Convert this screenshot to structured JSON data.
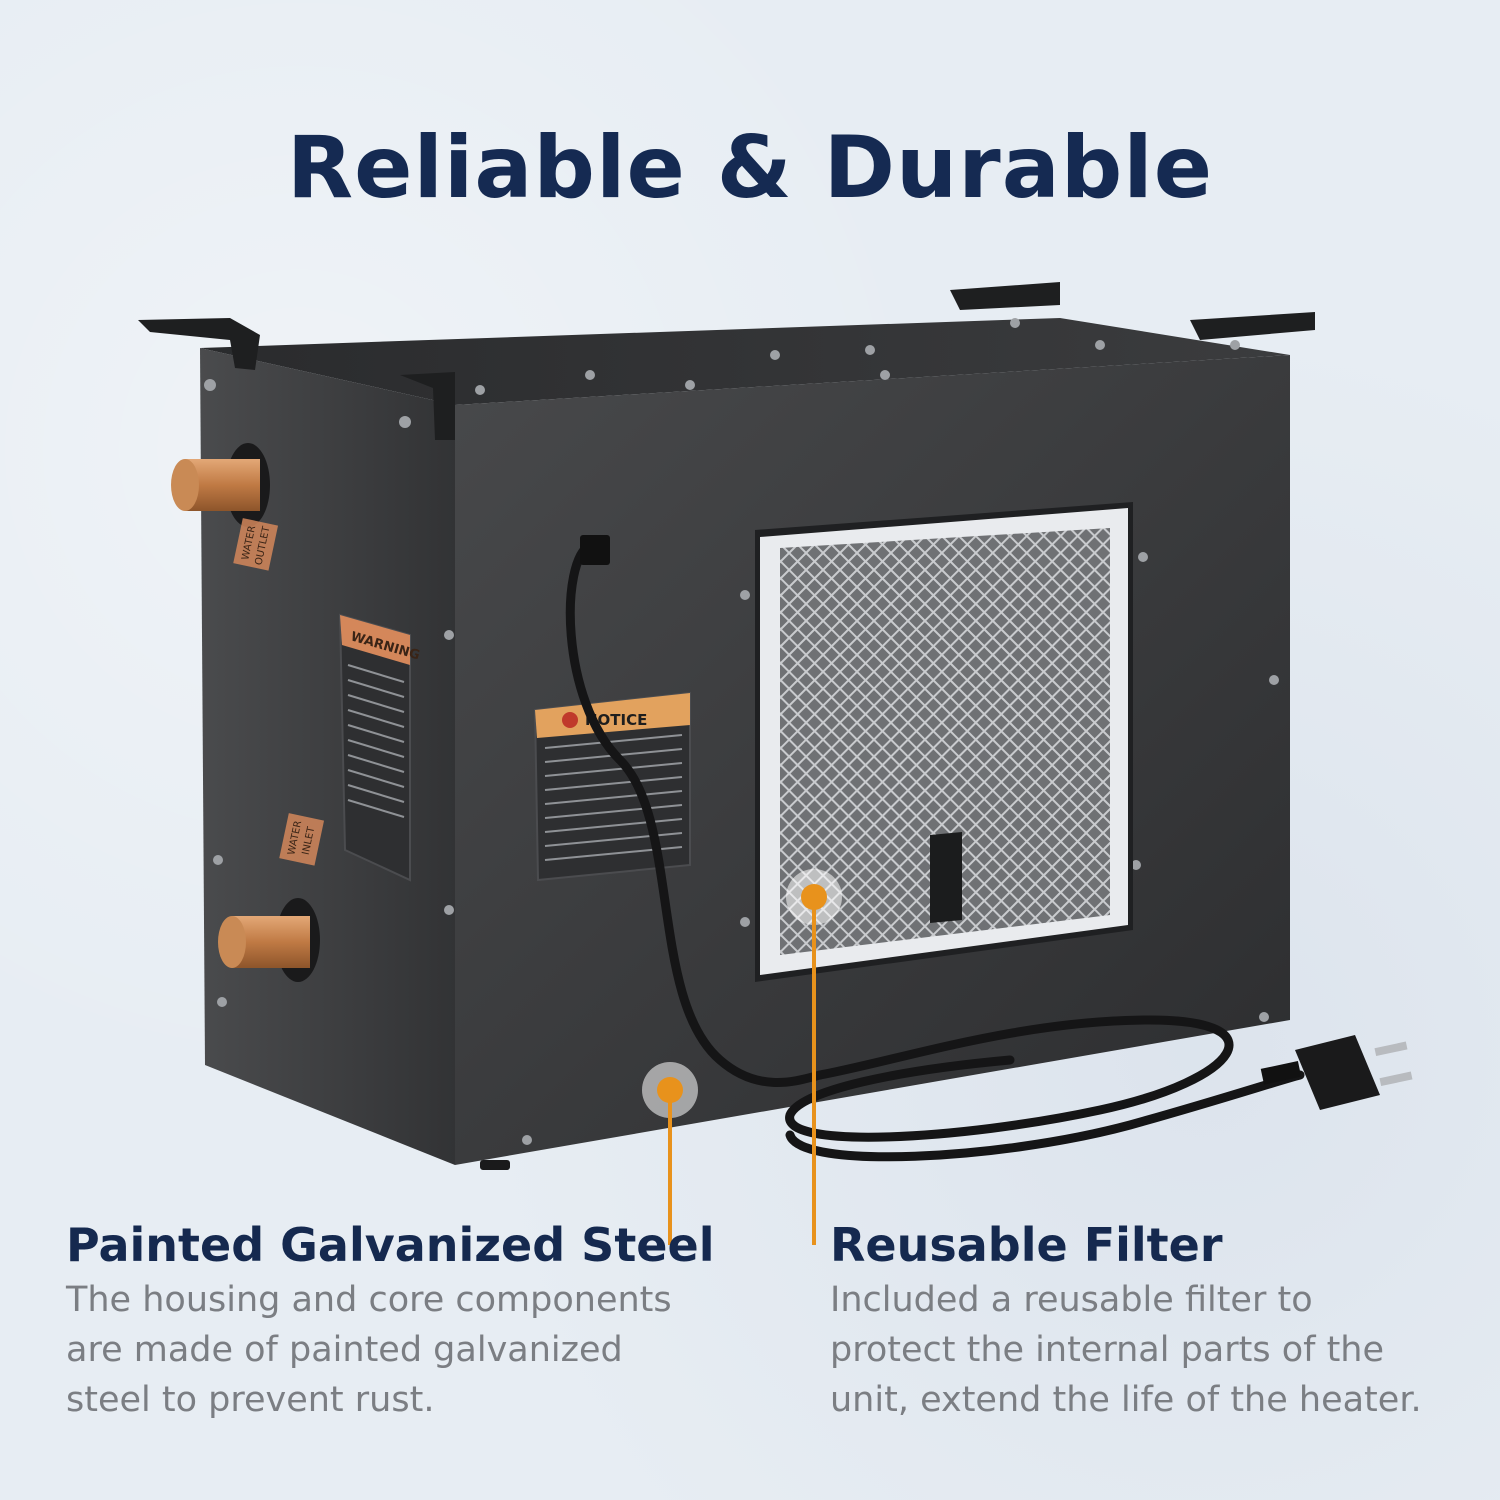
{
  "headline": "Reliable & Durable",
  "colors": {
    "headline": "#152a52",
    "body_text": "#7b7e83",
    "accent": "#e8921c",
    "housing": "#3a3b3d",
    "background": "#e7edf3",
    "copper": "#c98a55"
  },
  "product": {
    "outlet_label": [
      "WATER",
      "OUTLET"
    ],
    "inlet_label": [
      "WATER",
      "INLET"
    ],
    "warning_title": "WARNING",
    "notice_title": "NOTICE"
  },
  "features": [
    {
      "title": "Painted Galvanized Steel",
      "lines": [
        "The housing and core components",
        "are made of painted galvanized",
        "steel to prevent rust."
      ]
    },
    {
      "title": "Reusable Filter",
      "lines": [
        "Included a reusable filter to",
        "protect the internal parts of the",
        "unit, extend the life of the heater."
      ]
    }
  ]
}
